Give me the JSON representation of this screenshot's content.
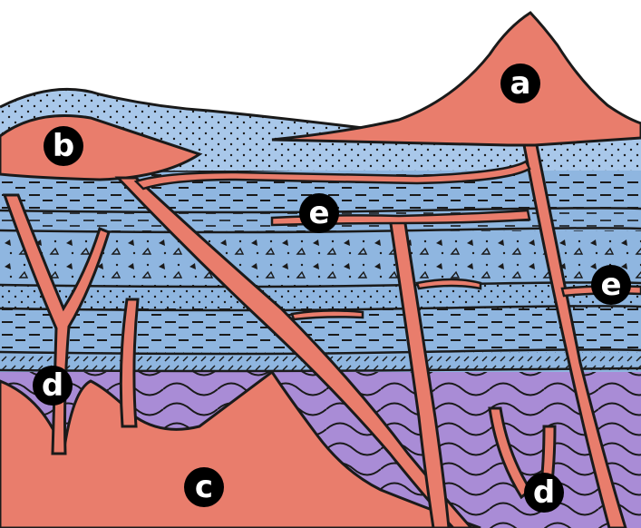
{
  "colors": {
    "magma": "#e97d6c",
    "magma_light": "#f2a08f",
    "sediment": "#8fb6e0",
    "sediment_light": "#a9c8ea",
    "metamorphic": "#a98cd6",
    "outline": "#1a1a1a",
    "label_bg": "#000000",
    "label_text": "#ffffff"
  },
  "labels": {
    "a": "a",
    "b": "b",
    "c": "c",
    "d_left": "d",
    "d_right": "d",
    "e_middle": "e",
    "e_right": "e"
  }
}
